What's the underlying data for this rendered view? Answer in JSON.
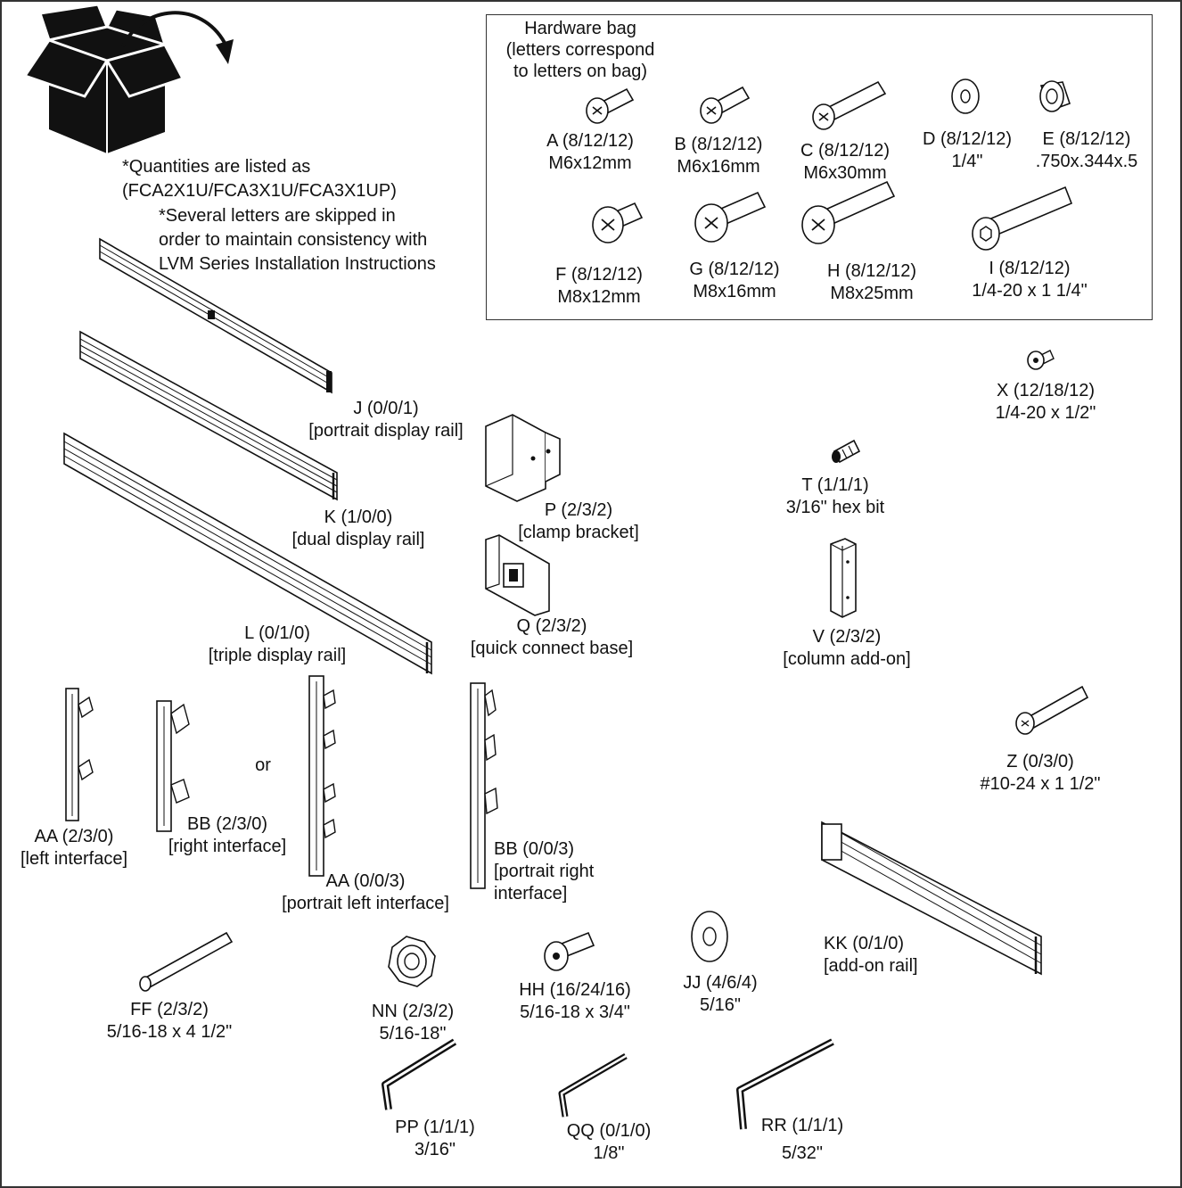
{
  "notes": {
    "quantities_line1": "*Quantities are listed as",
    "quantities_line2": "(FCA2X1U/FCA3X1U/FCA3X1UP)",
    "skipped_line1": "*Several letters are skipped in",
    "skipped_line2": "order to maintain consistency with",
    "skipped_line3": "LVM Series Installation Instructions"
  },
  "hardware_bag": {
    "title_line1": "Hardware bag",
    "title_line2": "(letters correspond",
    "title_line3": "to letters on bag)",
    "items": [
      {
        "id": "A",
        "name": "A (8/12/12)",
        "spec": "M6x12mm"
      },
      {
        "id": "B",
        "name": "B (8/12/12)",
        "spec": "M6x16mm"
      },
      {
        "id": "C",
        "name": "C (8/12/12)",
        "spec": "M6x30mm"
      },
      {
        "id": "D",
        "name": "D (8/12/12)",
        "spec": "1/4\""
      },
      {
        "id": "E",
        "name": "E (8/12/12)",
        "spec": ".750x.344x.5"
      },
      {
        "id": "F",
        "name": "F (8/12/12)",
        "spec": "M8x12mm"
      },
      {
        "id": "G",
        "name": "G (8/12/12)",
        "spec": "M8x16mm"
      },
      {
        "id": "H",
        "name": "H (8/12/12)",
        "spec": "M8x25mm"
      },
      {
        "id": "I",
        "name": "I (8/12/12)",
        "spec": "1/4-20 x 1 1/4\""
      }
    ]
  },
  "parts": [
    {
      "id": "J",
      "name": "J (0/0/1)",
      "desc": "[portrait display rail]"
    },
    {
      "id": "K",
      "name": "K (1/0/0)",
      "desc": "[dual display rail]"
    },
    {
      "id": "L",
      "name": "L (0/1/0)",
      "desc": "[triple display rail]"
    },
    {
      "id": "P",
      "name": "P (2/3/2)",
      "desc": "[clamp bracket]"
    },
    {
      "id": "Q",
      "name": "Q (2/3/2)",
      "desc": "[quick connect base]"
    },
    {
      "id": "T",
      "name": "T (1/1/1)",
      "desc": "3/16\" hex bit"
    },
    {
      "id": "V",
      "name": "V (2/3/2)",
      "desc": "[column add-on]"
    },
    {
      "id": "X",
      "name": "X (12/18/12)",
      "desc": "1/4-20 x 1/2\""
    },
    {
      "id": "Z",
      "name": "Z (0/3/0)",
      "desc": "#10-24 x 1 1/2\""
    },
    {
      "id": "AA1",
      "name": "AA (2/3/0)",
      "desc": "[left interface]"
    },
    {
      "id": "BB1",
      "name": "BB (2/3/0)",
      "desc": "[right interface]"
    },
    {
      "id": "AA2",
      "name": "AA (0/0/3)",
      "desc": "[portrait left interface]"
    },
    {
      "id": "BB2",
      "name": "BB (0/0/3)",
      "desc": "[portrait right",
      "desc2": "interface]"
    },
    {
      "id": "KK",
      "name": "KK (0/1/0)",
      "desc": "[add-on rail]"
    },
    {
      "id": "FF",
      "name": "FF (2/3/2)",
      "desc": "5/16-18 x 4 1/2\""
    },
    {
      "id": "NN",
      "name": "NN (2/3/2)",
      "desc": "5/16-18\""
    },
    {
      "id": "HH",
      "name": "HH (16/24/16)",
      "desc": "5/16-18 x 3/4\""
    },
    {
      "id": "JJ",
      "name": "JJ (4/6/4)",
      "desc": "5/16\""
    },
    {
      "id": "PP",
      "name": "PP (1/1/1)",
      "desc": "3/16\""
    },
    {
      "id": "QQ",
      "name": "QQ (0/1/0)",
      "desc": "1/8\""
    },
    {
      "id": "RR",
      "name": "RR (1/1/1)",
      "desc": "5/32\""
    }
  ],
  "or_label": "or"
}
